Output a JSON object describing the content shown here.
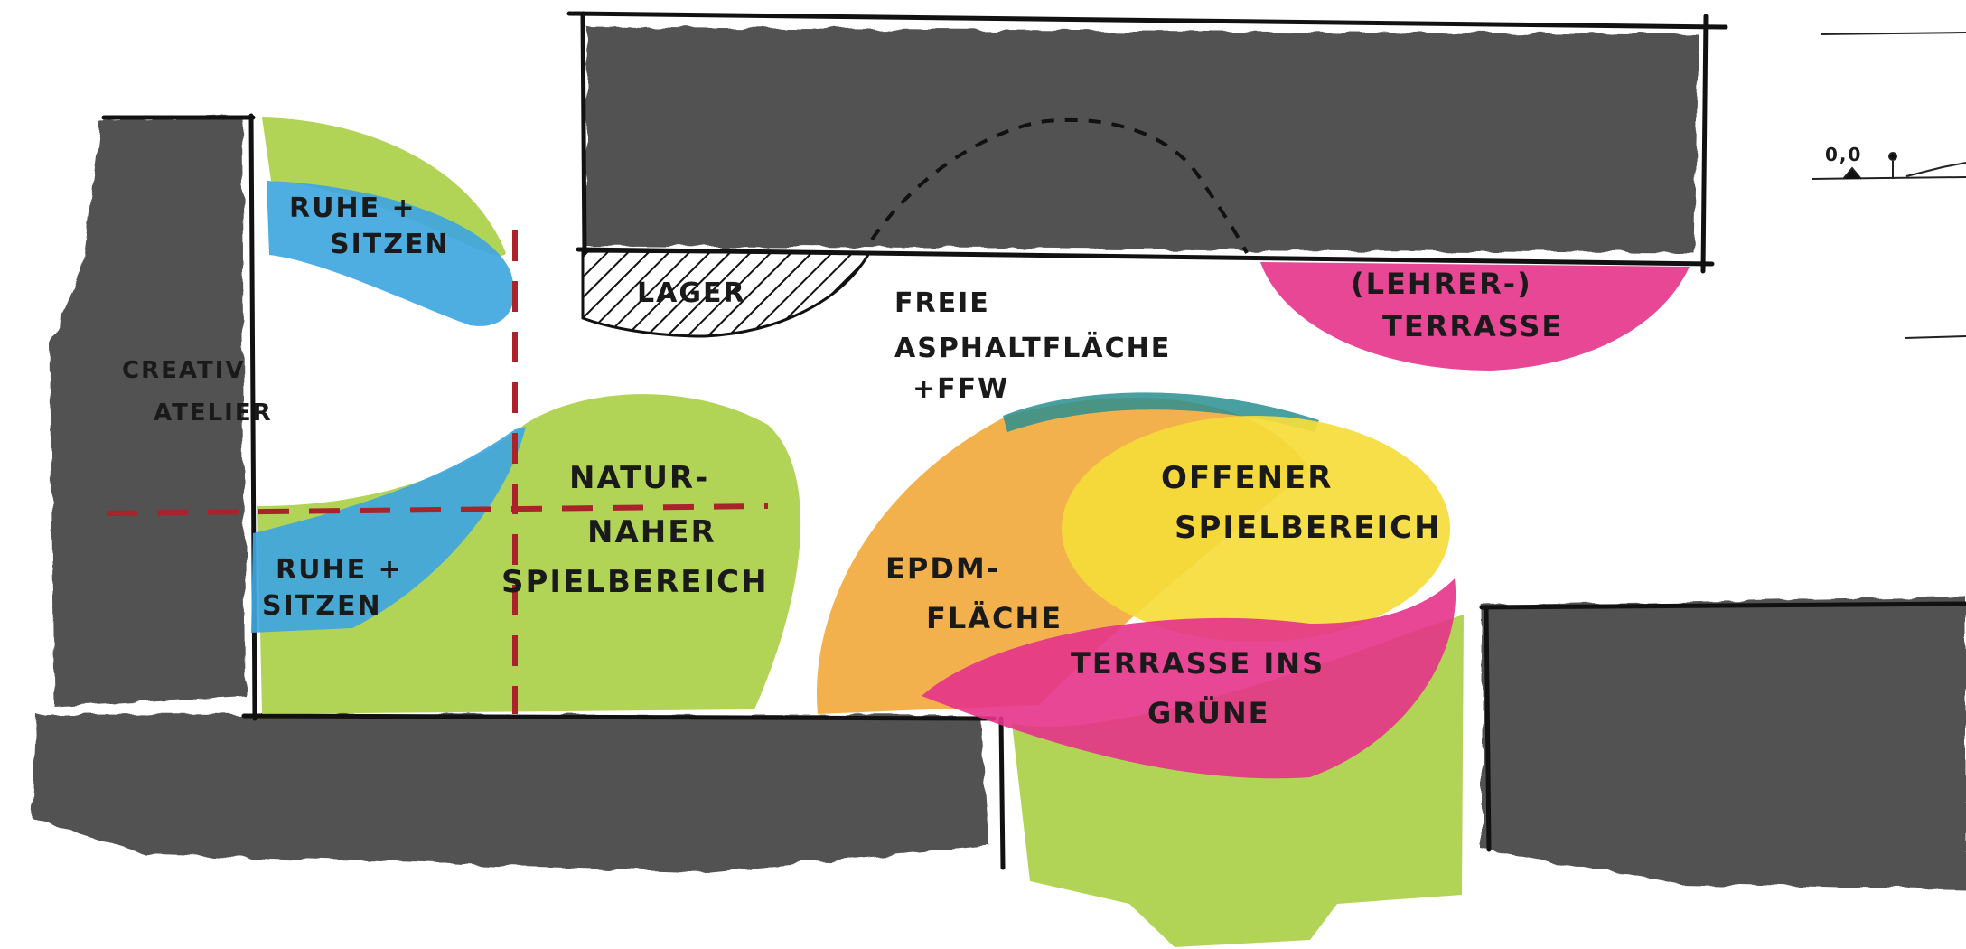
{
  "labels": {
    "ruhe_sitzen_top_1": "RUHE +",
    "ruhe_sitzen_top_2": "SITZEN",
    "ruhe_sitzen_bottom_1": "RUHE +",
    "ruhe_sitzen_bottom_2": "SITZEN",
    "creativ_atelier_1": "CREATIV",
    "creativ_atelier_2": "ATELIER",
    "lager": "LAGER",
    "freie_1": "FREIE",
    "freie_2": "ASPHALTFLÄCHE",
    "freie_3": "+FFW",
    "lehrer_1": "(LEHRER-)",
    "lehrer_2": "TERRASSE",
    "natur_1": "NATUR-",
    "natur_2": "NAHER",
    "natur_3": "SPIELBEREICH",
    "offener_1": "OFFENER",
    "offener_2": "SPIELBEREICH",
    "epdm_1": "EPDM-",
    "epdm_2": "FLÄCHE",
    "terrasse_gruene_1": "TERRASSE INS",
    "terrasse_gruene_2": "GRÜNE",
    "level_marker": "0,0"
  },
  "colors": {
    "building": "#3a3a3a",
    "green": "#a8cf45",
    "blue": "#3fa6de",
    "pink": "#e6338a",
    "orange": "#f2a93a",
    "yellow": "#f5dc3a",
    "teal": "#2a8f8f",
    "dashed_red": "#a8232a",
    "line": "#111111"
  }
}
